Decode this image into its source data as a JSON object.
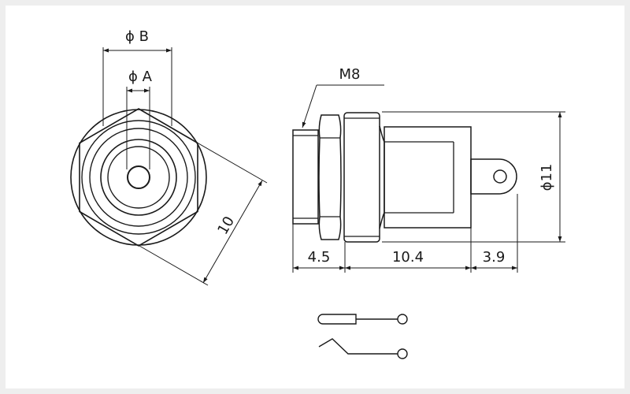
{
  "labels": {
    "phi_b": "ϕ B",
    "phi_a": "ϕ A",
    "dim_10": "10",
    "thread": "M8",
    "phi_11": "ϕ11",
    "dim_4_5": "4.5",
    "dim_10_4": "10.4",
    "dim_3_9": "3.9"
  },
  "colors": {
    "line": "#1a1a1a",
    "background": "#ffffff",
    "frame": "#eeeeee"
  }
}
